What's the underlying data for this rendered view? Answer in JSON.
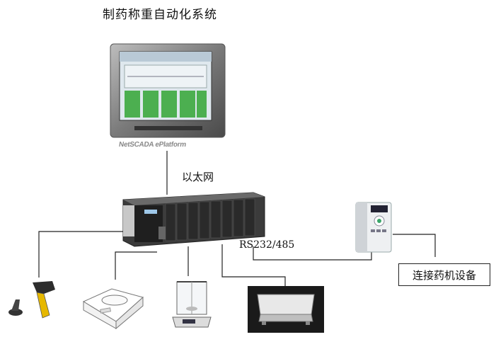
{
  "diagram": {
    "title": "制药称重自动化系统",
    "hmi_caption": "NetSCADA ePlatform",
    "ethernet_label": "以太网",
    "serial_label": "RS232/485",
    "equipment_label": "连接药机设备"
  },
  "icons": {
    "hmi": "touch-panel-icon",
    "plc": "plc-rack-icon",
    "inverter": "frequency-inverter-icon",
    "scanner": "barcode-scanner-icon",
    "balance1": "precision-balance-icon",
    "balance2": "analytical-balance-icon",
    "platform_scale": "platform-scale-icon"
  }
}
